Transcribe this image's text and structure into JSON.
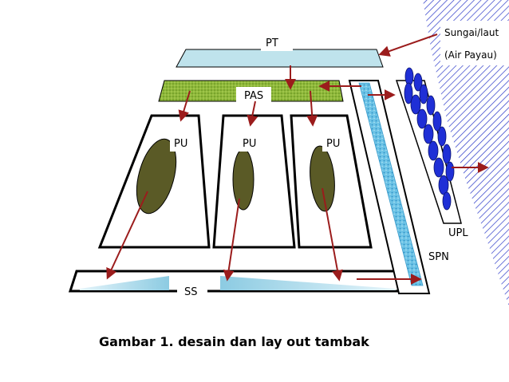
{
  "diagram": {
    "caption": "Gambar 1. desain dan lay out tambak",
    "labels": {
      "pt": "PT",
      "pas": "PAS",
      "pu_left": "PU",
      "pu_middle": "PU",
      "pu_right": "PU",
      "ss": "SS",
      "spn": "SPN",
      "upl": "UPL",
      "sungai_line1": "Sungai/laut",
      "sungai_line2": "(Air Payau)"
    },
    "colors": {
      "arrow": "#9b1c1c",
      "pt_fill": "#bfe3ec",
      "pas_fill": "#8fb93a",
      "pond_ellipse": "#5a5a26",
      "ss_fill": "#a9d8e8",
      "spn_fill": "#5ab8e0",
      "upl_fill": "#1f2fd6",
      "sea_hatch": "#2a38c8",
      "outline": "#000000"
    }
  }
}
